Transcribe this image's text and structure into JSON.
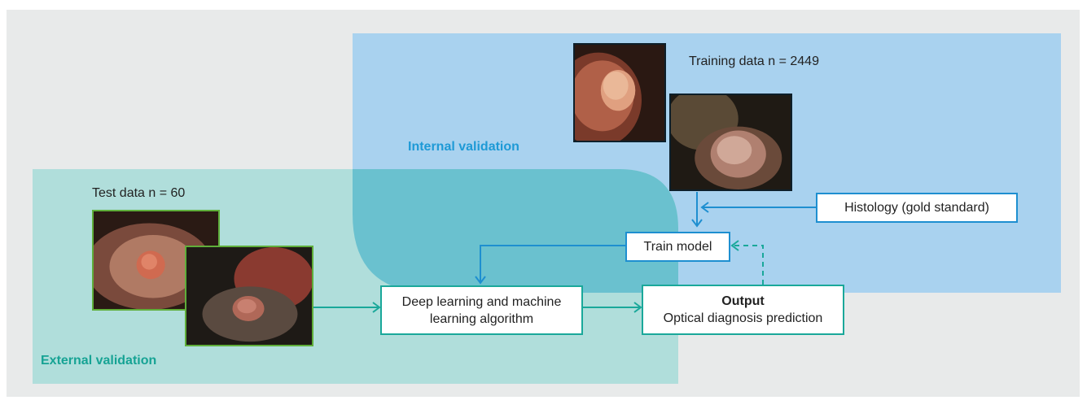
{
  "internal_validation": {
    "title": "Internal validation",
    "training_label": "Training data n = 2449"
  },
  "external_validation": {
    "title": "External validation",
    "test_label": "Test data n = 60"
  },
  "boxes": {
    "histology": "Histology (gold standard)",
    "train_model": "Train model",
    "algorithm_line1": "Deep learning and machine",
    "algorithm_line2": "learning algorithm",
    "output_title": "Output",
    "output_subtitle": "Optical diagnosis prediction"
  },
  "colors": {
    "background": "#e8eaea",
    "internal_region": "#a9d2ef",
    "external_region": "#b0dedb",
    "overlap": "#6ac1cf",
    "blue": "#1e8fd0",
    "teal": "#1aa89a",
    "internal_title": "#1e9ad6",
    "external_title": "#16a394"
  }
}
